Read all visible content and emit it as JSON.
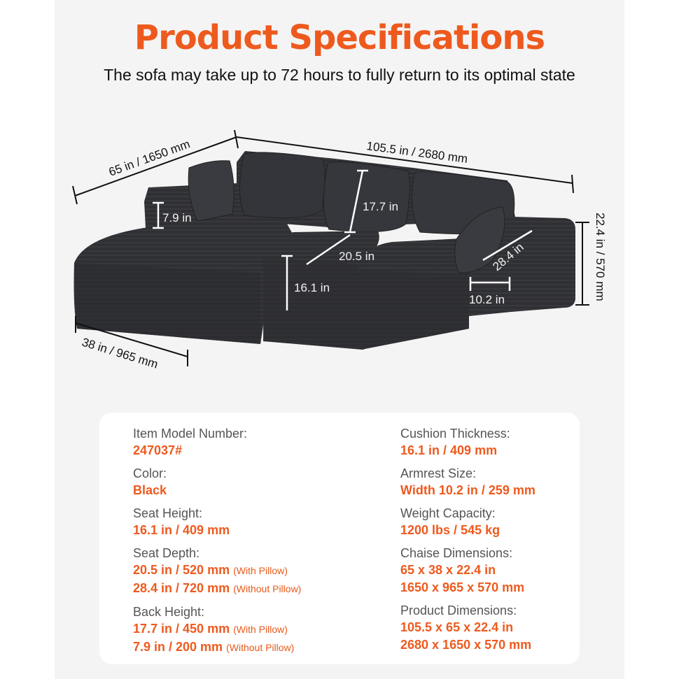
{
  "header": {
    "title": "Product Specifications",
    "subtitle": "The sofa may take up to 72 hours to fully return to its optimal state"
  },
  "colors": {
    "accent": "#ee5a1e",
    "sofa": "#2f3034",
    "background": "#f4f4f4",
    "card": "#ffffff"
  },
  "dimensions": {
    "chaise_depth": "65 in / 1650 mm",
    "total_width": "105.5 in / 2680 mm",
    "armrest_height": "7.9 in",
    "back_height": "17.7 in",
    "seat_depth": "20.5 in",
    "seat_height": "16.1 in",
    "pillow_depth": "28.4 in",
    "arm_width": "10.2 in",
    "total_height": "22.4 in / 570 mm",
    "chaise_width": "38 in / 965 mm"
  },
  "specs": {
    "model": {
      "label": "Item Model Number:",
      "value": "247037#"
    },
    "color": {
      "label": "Color:",
      "value": "Black"
    },
    "seat_height": {
      "label": "Seat Height:",
      "value": "16.1 in / 409 mm"
    },
    "seat_depth": {
      "label": "Seat Depth:",
      "line1": "20.5 in / 520 mm",
      "note1": "(With Pillow)",
      "line2": "28.4 in / 720 mm",
      "note2": "(Without Pillow)"
    },
    "back_height": {
      "label": "Back Height:",
      "line1": "17.7 in / 450 mm",
      "note1": "(With Pillow)",
      "line2": "7.9 in / 200 mm",
      "note2": "(Without Pillow)"
    },
    "cushion": {
      "label": "Cushion Thickness:",
      "value": "16.1 in / 409 mm"
    },
    "armrest": {
      "label": "Armrest Size:",
      "value": "Width 10.2 in / 259 mm"
    },
    "weight": {
      "label": "Weight Capacity:",
      "value": "1200 lbs / 545 kg"
    },
    "chaise_dims": {
      "label": "Chaise Dimensions:",
      "line1": "65 x 38 x 22.4 in",
      "line2": "1650 x 965 x 570 mm"
    },
    "product_dims": {
      "label": "Product Dimensions:",
      "line1": "105.5 x 65 x 22.4 in",
      "line2": "2680 x 1650 x 570 mm"
    }
  }
}
